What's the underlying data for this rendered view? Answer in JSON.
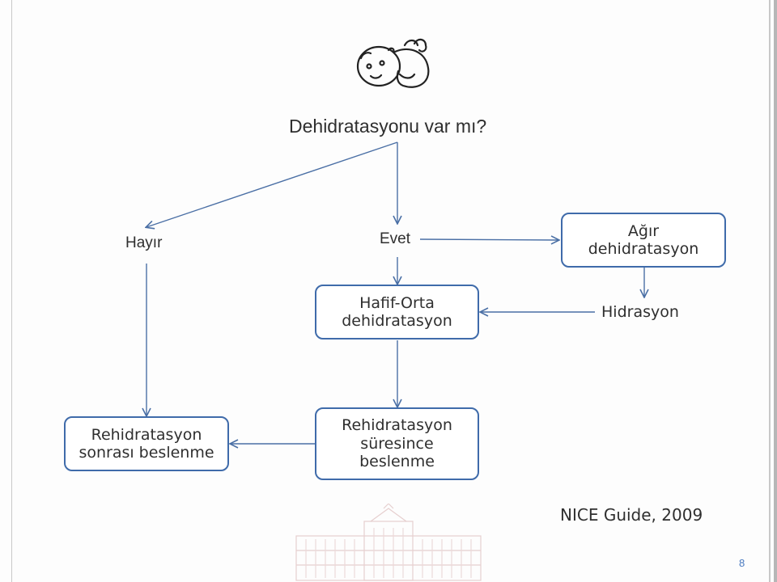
{
  "question": "Dehidratasyonu var mı?",
  "no_label": "Hayır",
  "yes_label": "Evet",
  "severe_box": {
    "line1": "Ağır",
    "line2": "dehidratasyon"
  },
  "mild_box": {
    "line1": "Hafif-Orta",
    "line2": "dehidratasyon"
  },
  "hydration_label": "Hidrasyon",
  "post_box": {
    "line1": "Rehidratasyon",
    "line2": "sonrası beslenme"
  },
  "during_box": {
    "line1": "Rehidratasyon",
    "line2": "süresince",
    "line3": "beslenme"
  },
  "source": "NICE Guide, 2009",
  "page_number": "8",
  "colors": {
    "box_border": "#3f6baa",
    "arrow": "#4a6fa5",
    "text": "#2f2f2f",
    "page_number": "#4a7ac0"
  },
  "icons": {
    "top": "baby-sketch-icon",
    "bottom": "building-watermark-icon"
  }
}
